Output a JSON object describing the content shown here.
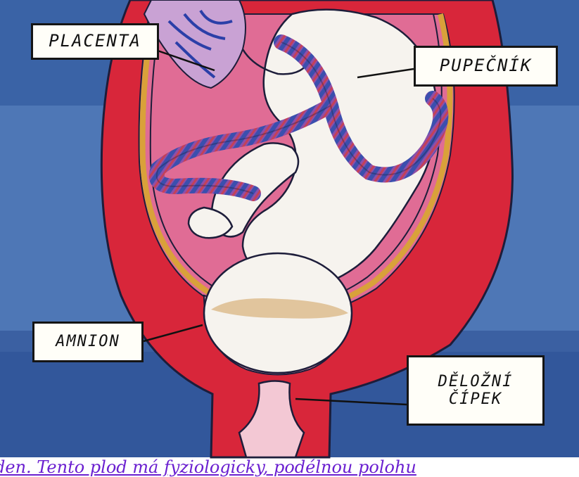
{
  "labels": {
    "placenta": "PLACENTA",
    "pupecnik": "PUPEČNÍK",
    "amnion": "AMNION",
    "cipek_line1": "DĚLOŽNÍ",
    "cipek_line2": "ČÍPEK"
  },
  "caption": "den. Tento plod má fyziologicky, podélnou polohu",
  "colors": {
    "background_blue": "#3a63a6",
    "uterus_red": "#d8263a",
    "amniotic_pink": "#e06c95",
    "membrane_gold": "#d9a13a",
    "cord_blue": "#4058b0",
    "cord_red": "#b8364a",
    "caption": "#6a1fd0"
  }
}
